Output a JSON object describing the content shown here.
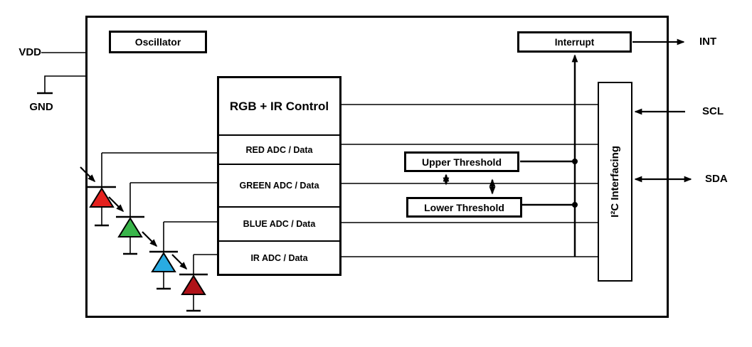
{
  "pins": {
    "vdd": "VDD",
    "gnd": "GND",
    "int": "INT",
    "scl": "SCL",
    "sda": "SDA"
  },
  "blocks": {
    "oscillator": "Oscillator",
    "interrupt": "Interrupt",
    "i2c_interfacing": "I²C Interfacing",
    "upper_threshold": "Upper Threshold",
    "lower_threshold": "Lower Threshold"
  },
  "stack": {
    "sections": [
      {
        "label": "RGB + IR Control"
      },
      {
        "label": "RED ADC / Data"
      },
      {
        "label": "GREEN ADC / Data"
      },
      {
        "label": "BLUE ADC / Data"
      },
      {
        "label": "IR ADC / Data"
      }
    ]
  },
  "photodiodes": [
    {
      "name": "red-photodiode",
      "color": "#e5211e"
    },
    {
      "name": "green-photodiode",
      "color": "#39b54a"
    },
    {
      "name": "blue-photodiode",
      "color": "#29abe2"
    },
    {
      "name": "ir-photodiode",
      "color": "#b01218"
    }
  ],
  "colors": {
    "line": "#000000",
    "background": "#ffffff"
  }
}
